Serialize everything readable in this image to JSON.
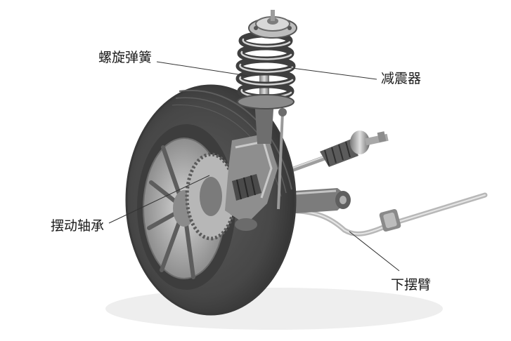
{
  "labels": {
    "coil_spring": "螺旋弹簧",
    "shock_absorber": "减震器",
    "swing_bearing": "摆动轴承",
    "lower_arm": "下摆臂"
  },
  "colors": {
    "tire": "#474747",
    "tire_dark": "#2e2e2e",
    "metal_light": "#cfcfcf",
    "metal_mid": "#9a9a9a",
    "metal_dark": "#5c5c5c",
    "leader_line": "#333333",
    "label_text": "#1a1a1a"
  }
}
